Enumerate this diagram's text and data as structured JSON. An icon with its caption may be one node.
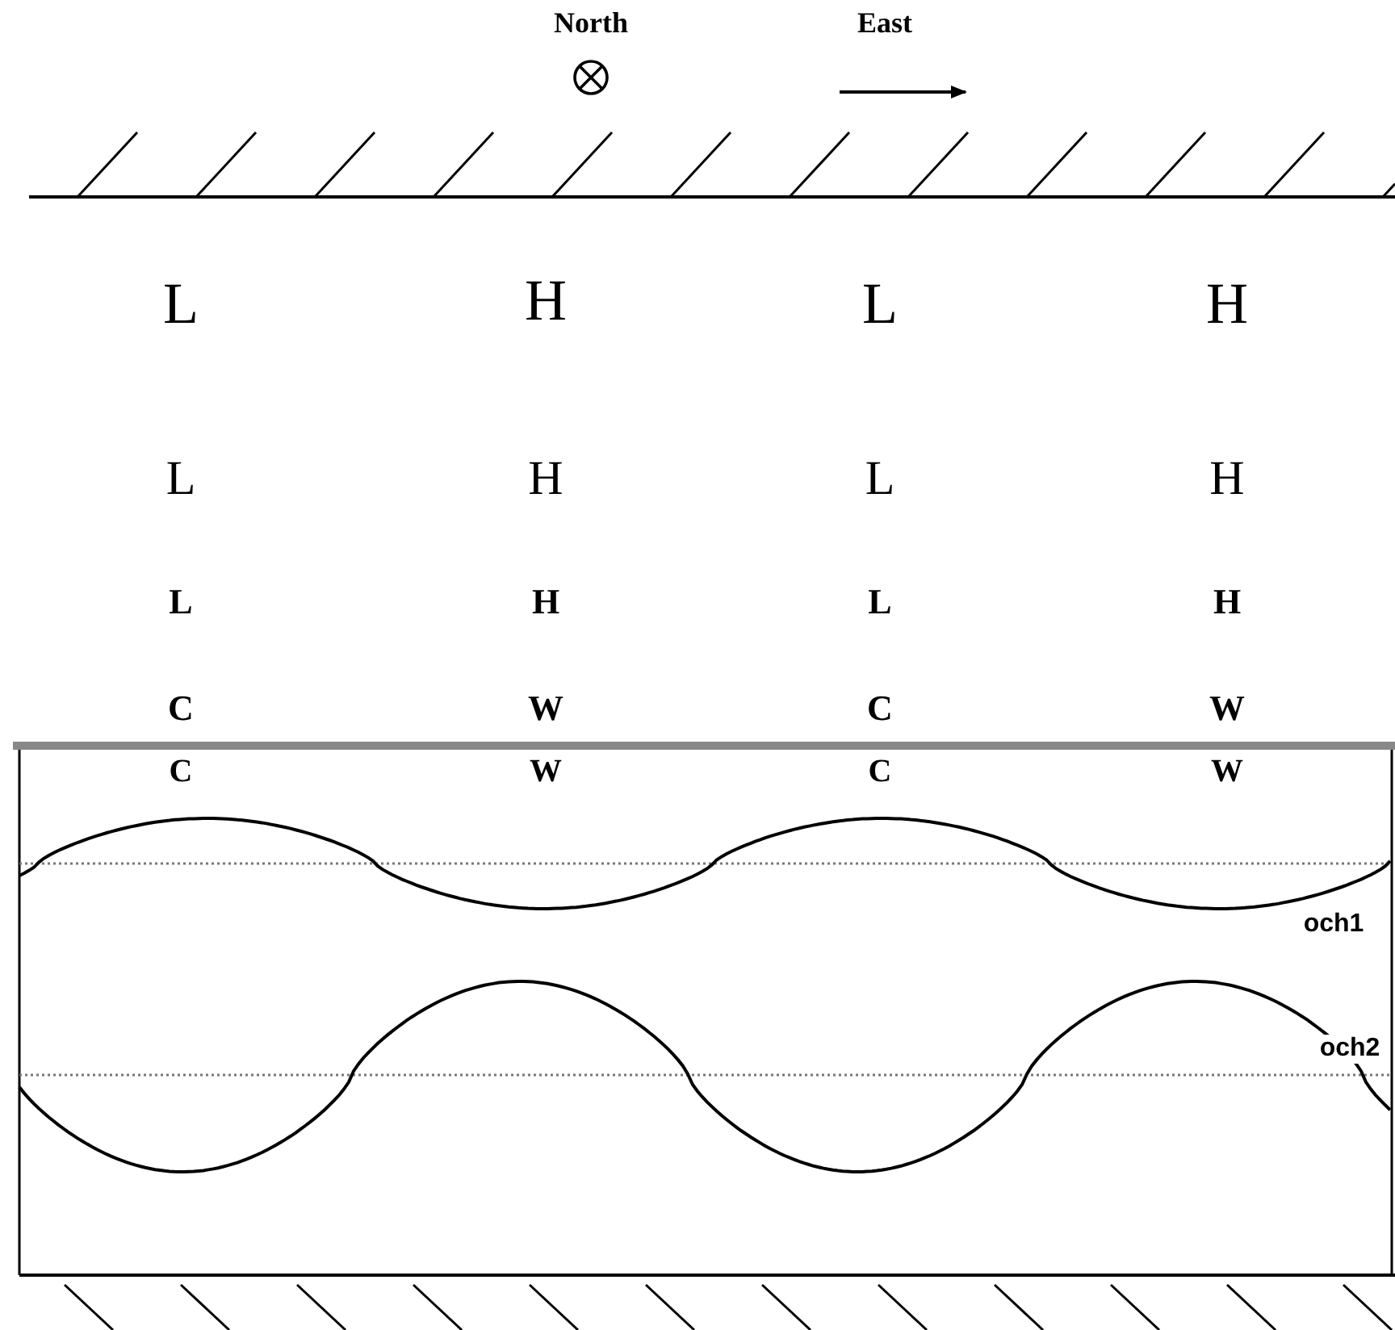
{
  "diagram": {
    "labels": [
      "North",
      "East",
      "L",
      "H",
      "L",
      "H",
      "L",
      "H",
      "L",
      "H",
      "L",
      "H",
      "L",
      "H",
      "C",
      "W",
      "C",
      "W",
      "C",
      "W",
      "C",
      "W",
      "och1",
      "och2"
    ]
  }
}
